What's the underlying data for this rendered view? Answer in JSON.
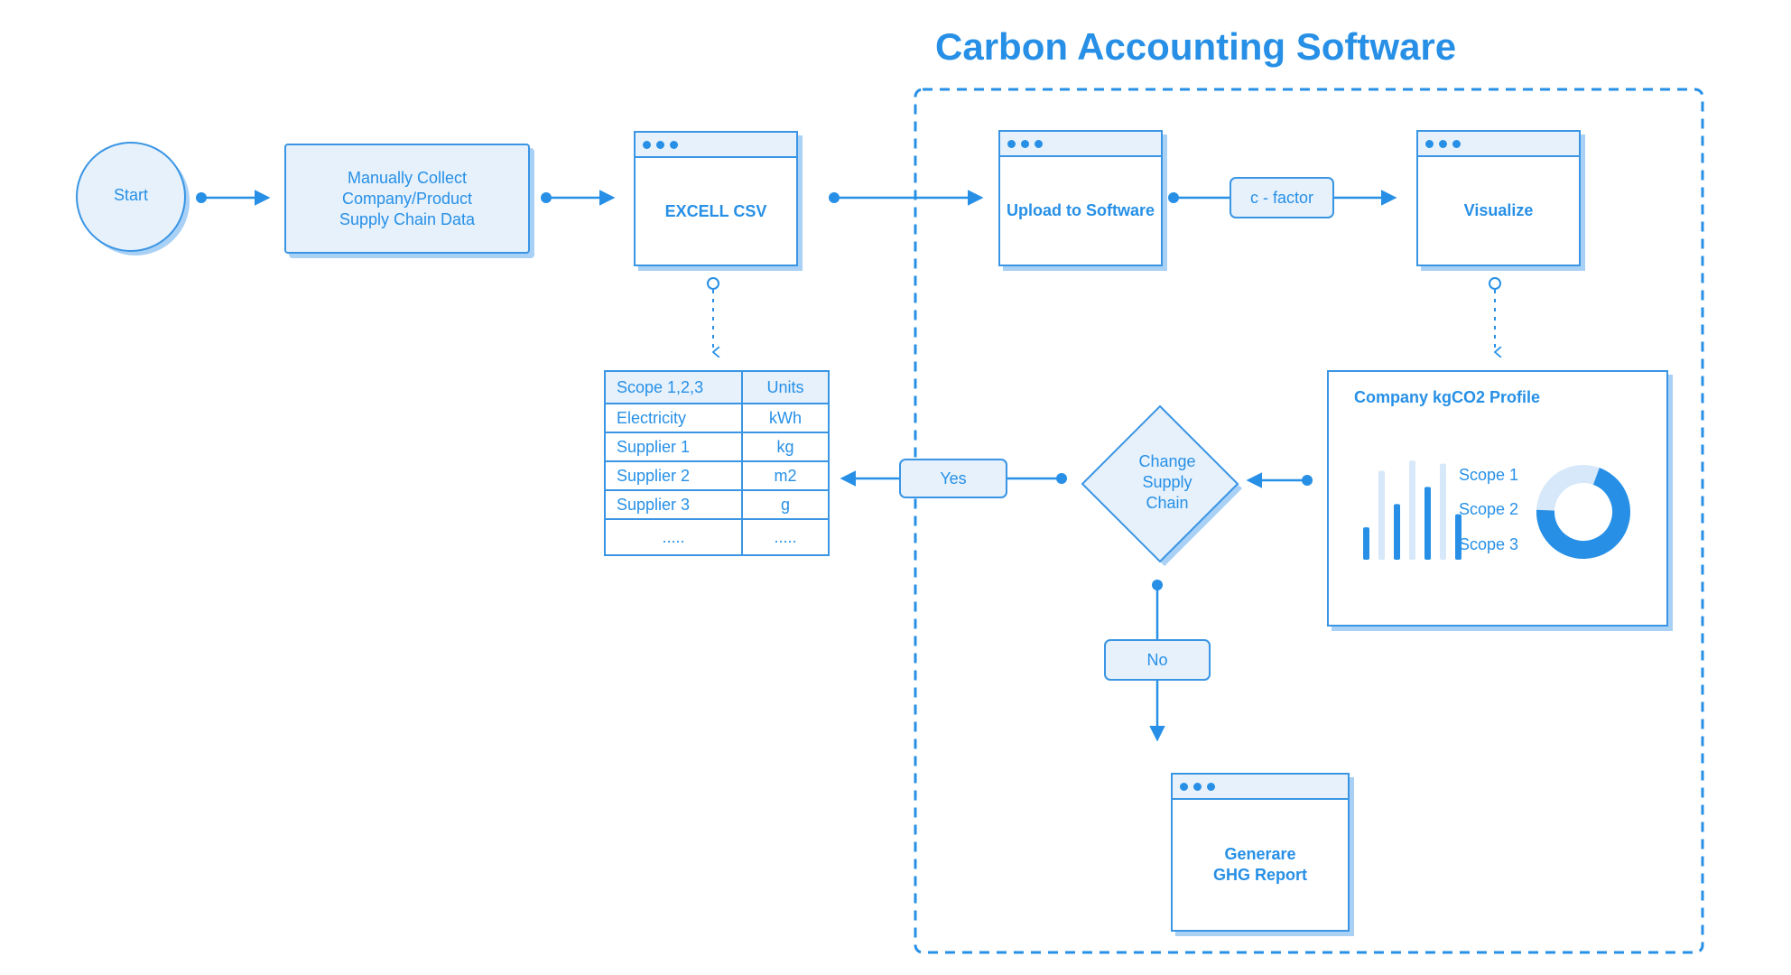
{
  "diagram": {
    "title": "Carbon Accounting Software",
    "nodes": {
      "start": "Start",
      "collect": "Manually Collect\nCompany/Product\nSupply Chain Data",
      "excel": "EXCELL CSV",
      "upload": "Upload to Software",
      "visualize": "Visualize",
      "report": "Generare\nGHG Report",
      "decision": "Change\nSupply\nChain"
    },
    "labels": {
      "cfactor": "c - factor",
      "yes": "Yes",
      "no": "No"
    },
    "table": {
      "headers": [
        "Scope 1,2,3",
        "Units"
      ],
      "rows": [
        [
          "Electricity",
          "kWh"
        ],
        [
          "Supplier 1",
          "kg"
        ],
        [
          "Supplier 2",
          "m2"
        ],
        [
          "Supplier 3",
          "g"
        ],
        [
          ".....",
          "....."
        ]
      ]
    },
    "profile": {
      "title": "Company kgCO2 Profile",
      "legend": [
        "Scope 1",
        "Scope 2",
        "Scope 3"
      ]
    }
  },
  "colors": {
    "primary": "#2790e6",
    "stroke": "#3a95e4",
    "fill": "#e6f1fc",
    "shadow": "#a9d0f5",
    "light": "#d6e8f9"
  },
  "chart_data": {
    "type": "bar",
    "values": [
      0.32,
      0.88,
      0.55,
      0.98,
      0.72,
      0.95,
      0.45
    ],
    "emphasis": [
      true,
      false,
      true,
      false,
      true,
      false,
      true
    ],
    "donut": {
      "type": "pie",
      "values": [
        0.7,
        0.3
      ]
    }
  }
}
